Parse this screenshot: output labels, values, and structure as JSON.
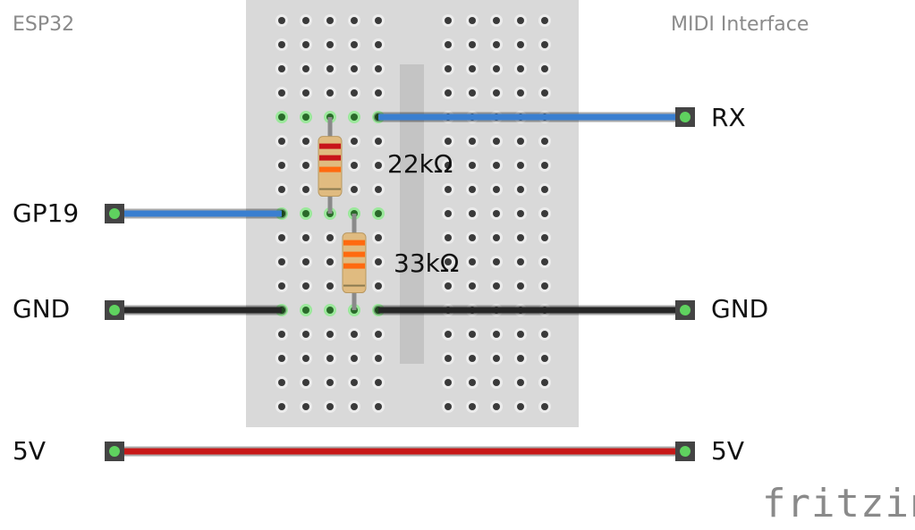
{
  "titles": {
    "left": "ESP32",
    "right": "MIDI Interface"
  },
  "left_pins": [
    "GP19",
    "GND",
    "5V"
  ],
  "right_pins": [
    "RX",
    "GND",
    "5V"
  ],
  "resistors": [
    {
      "label": "22kΩ",
      "bands": [
        "#c8141a",
        "#c8141a",
        "#ff6a10"
      ]
    },
    {
      "label": "33kΩ",
      "bands": [
        "#ff6a10",
        "#ff6a10",
        "#ff6a10"
      ]
    }
  ],
  "wire_colors": {
    "signal": "#3a7fd0",
    "ground": "#262626",
    "power": "#c81818"
  },
  "logo": "fritzing"
}
